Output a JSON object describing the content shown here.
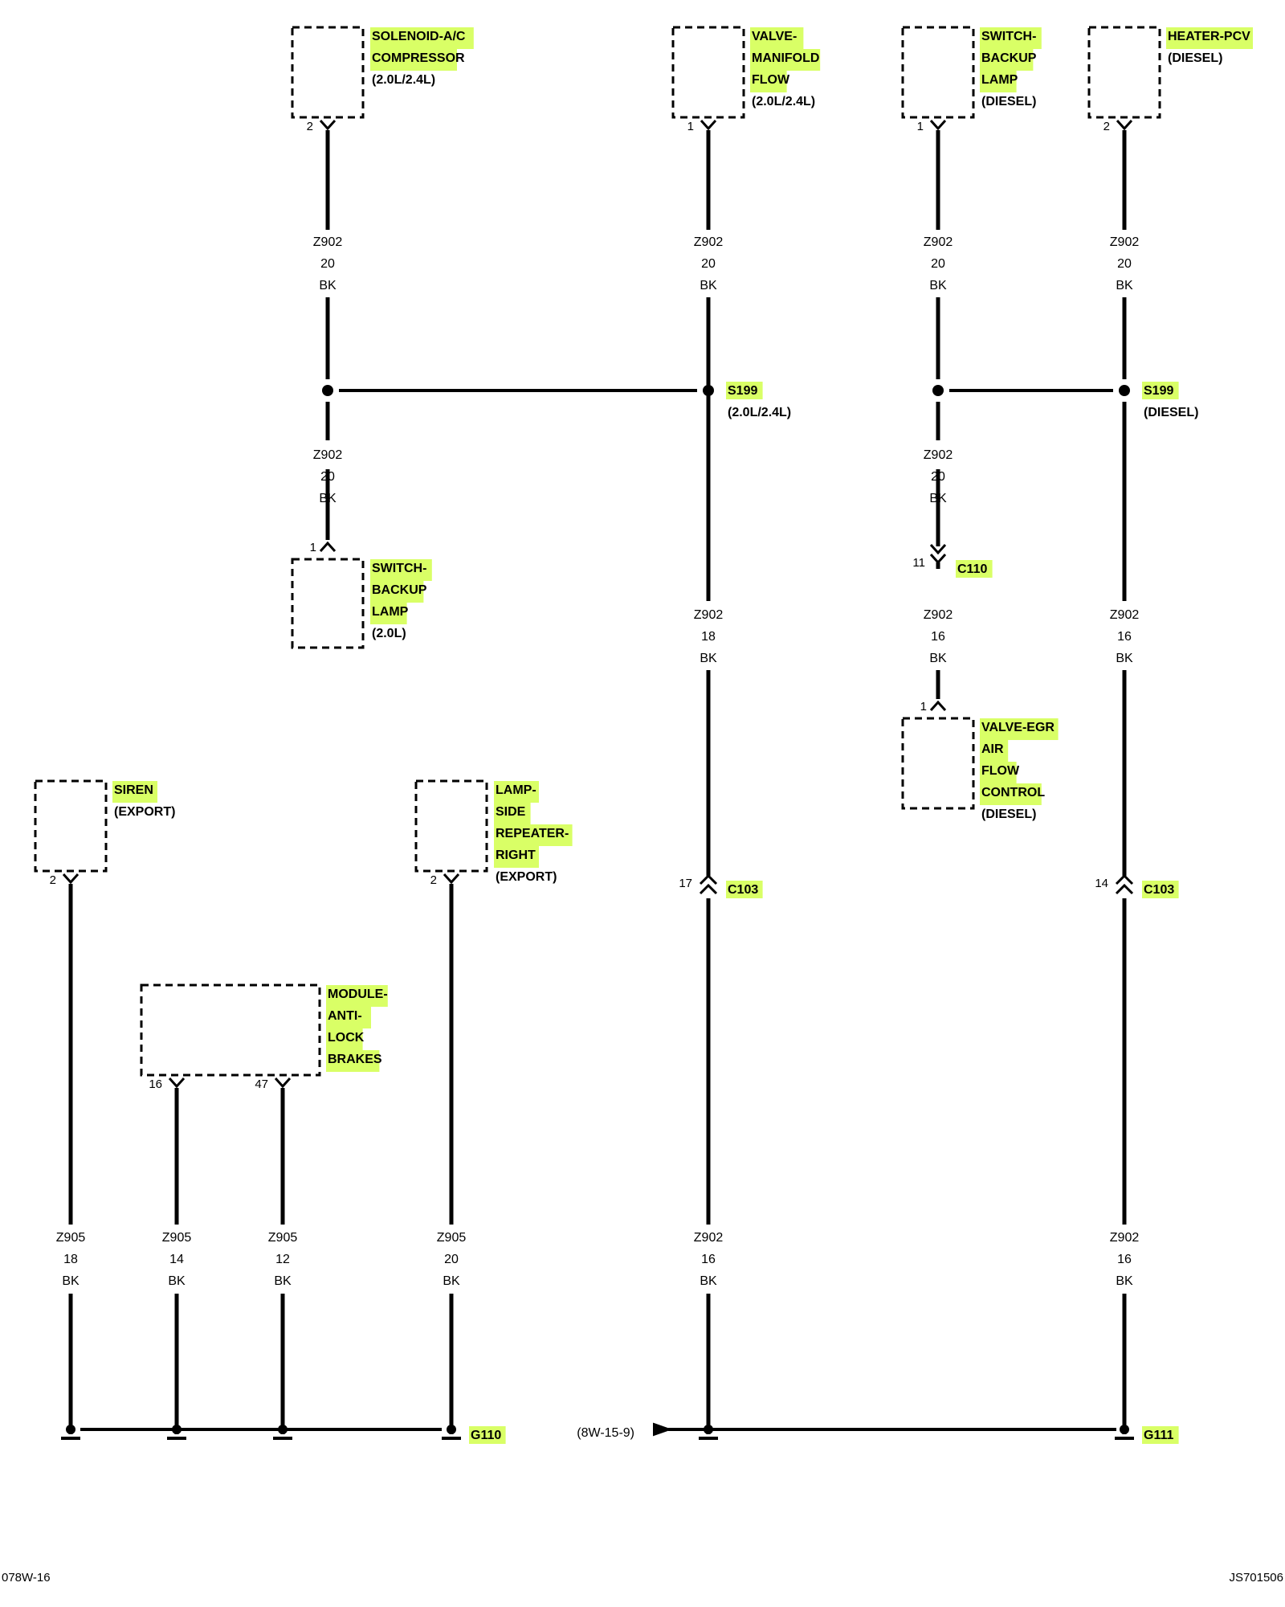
{
  "components": [
    {
      "id": "solenoid_ac",
      "lines": [
        "SOLENOID-A/C",
        "COMPRESSOR"
      ],
      "hl": 2,
      "note": "(2.0L/2.4L)",
      "pin": "2"
    },
    {
      "id": "valve_manifold",
      "lines": [
        "VALVE-",
        "MANIFOLD",
        "FLOW"
      ],
      "hl": 3,
      "note": "(2.0L/2.4L)",
      "pin": "1"
    },
    {
      "id": "switch_backup_diesel",
      "lines": [
        "SWITCH-",
        "BACKUP",
        "LAMP"
      ],
      "hl": 3,
      "note": "(DIESEL)",
      "pin": "1"
    },
    {
      "id": "heater_pcv",
      "lines": [
        "HEATER-PCV"
      ],
      "hl": 1,
      "note": "(DIESEL)",
      "pin": "2"
    },
    {
      "id": "switch_backup_20",
      "lines": [
        "SWITCH-",
        "BACKUP",
        "LAMP"
      ],
      "hl": 3,
      "note": "(2.0L)",
      "pin": "1"
    },
    {
      "id": "valve_egr",
      "lines": [
        "VALVE-EGR",
        "AIR",
        "FLOW",
        "CONTROL"
      ],
      "hl": 4,
      "note": "(DIESEL)",
      "pin": "1"
    },
    {
      "id": "siren",
      "lines": [
        "SIREN"
      ],
      "hl": 1,
      "note": "(EXPORT)",
      "pin": "2"
    },
    {
      "id": "lamp_side",
      "lines": [
        "LAMP-",
        "SIDE",
        "REPEATER-",
        "RIGHT"
      ],
      "hl": 4,
      "note": "(EXPORT)",
      "pin": "2"
    },
    {
      "id": "module_abs",
      "lines": [
        "MODULE-",
        "ANTI-",
        "LOCK",
        "BRAKES"
      ],
      "hl": 4,
      "note": "",
      "pins": [
        "16",
        "47"
      ]
    }
  ],
  "wires": [
    {
      "id": "w1",
      "circuit": "Z902",
      "gauge": "20",
      "color": "BK"
    },
    {
      "id": "w2",
      "circuit": "Z902",
      "gauge": "20",
      "color": "BK"
    },
    {
      "id": "w3",
      "circuit": "Z902",
      "gauge": "20",
      "color": "BK"
    },
    {
      "id": "w4",
      "circuit": "Z902",
      "gauge": "20",
      "color": "BK"
    },
    {
      "id": "w5",
      "circuit": "Z902",
      "gauge": "20",
      "color": "BK"
    },
    {
      "id": "w6",
      "circuit": "Z902",
      "gauge": "20",
      "color": "BK"
    },
    {
      "id": "w7",
      "circuit": "Z902",
      "gauge": "18",
      "color": "BK"
    },
    {
      "id": "w8",
      "circuit": "Z902",
      "gauge": "16",
      "color": "BK"
    },
    {
      "id": "w9",
      "circuit": "Z902",
      "gauge": "16",
      "color": "BK"
    },
    {
      "id": "w10",
      "circuit": "Z905",
      "gauge": "18",
      "color": "BK"
    },
    {
      "id": "w11",
      "circuit": "Z905",
      "gauge": "14",
      "color": "BK"
    },
    {
      "id": "w12",
      "circuit": "Z905",
      "gauge": "12",
      "color": "BK"
    },
    {
      "id": "w13",
      "circuit": "Z905",
      "gauge": "20",
      "color": "BK"
    },
    {
      "id": "w14",
      "circuit": "Z902",
      "gauge": "16",
      "color": "BK"
    },
    {
      "id": "w15",
      "circuit": "Z902",
      "gauge": "16",
      "color": "BK"
    }
  ],
  "splices": [
    {
      "id": "s199a",
      "name": "S199",
      "note": "(2.0L/2.4L)"
    },
    {
      "id": "s199b",
      "name": "S199",
      "note": "(DIESEL)"
    }
  ],
  "connectors": [
    {
      "id": "c110",
      "name": "C110",
      "pin": "11"
    },
    {
      "id": "c103a",
      "name": "C103",
      "pin": "17"
    },
    {
      "id": "c103b",
      "name": "C103",
      "pin": "14"
    }
  ],
  "grounds": [
    {
      "id": "g110",
      "name": "G110"
    },
    {
      "id": "g111",
      "name": "G111"
    }
  ],
  "reference": "(8W-15-9)",
  "footer": {
    "left": "078W-16",
    "right": "JS701506"
  },
  "colors": {
    "highlight": "#d9ff66",
    "line": "#000000"
  }
}
